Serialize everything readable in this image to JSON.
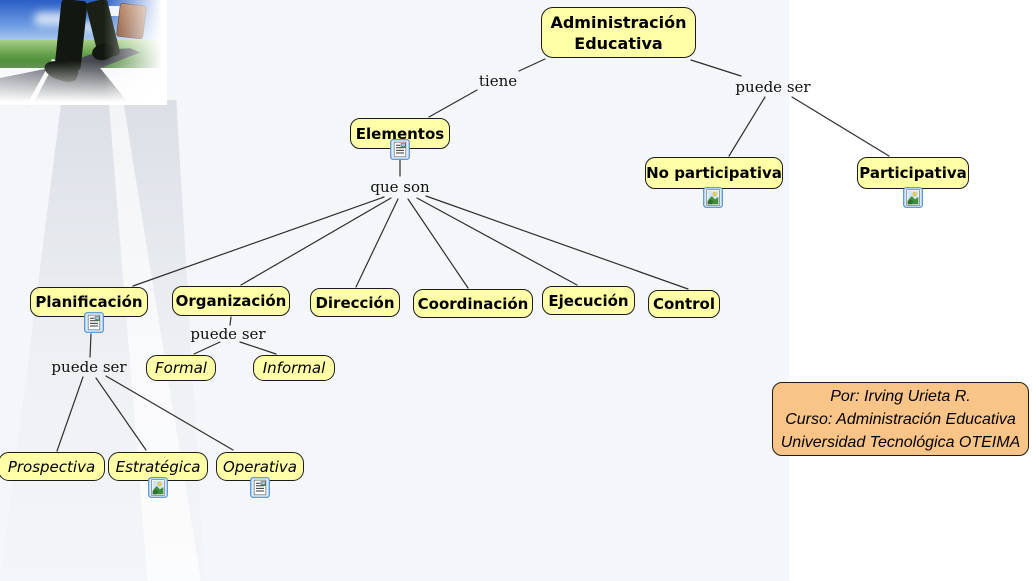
{
  "map": {
    "root": "Administración Educativa",
    "linking": {
      "tiene": "tiene",
      "que_son": "que son",
      "puede_ser_tipo": "puede ser",
      "puede_ser_org": "puede ser",
      "puede_ser_plan": "puede ser"
    },
    "concepts": {
      "elementos": "Elementos",
      "no_participativa": "No participativa",
      "participativa": "Participativa",
      "planificacion": "Planificación",
      "organizacion": "Organización",
      "direccion": "Dirección",
      "coordinacion": "Coordinación",
      "ejecucion": "Ejecución",
      "control": "Control",
      "formal": "Formal",
      "informal": "Informal",
      "prospectiva": "Prospectiva",
      "estrategica": "Estratégica",
      "operativa": "Operativa"
    },
    "icons": {
      "document_resource": "document-resource-icon (page with text lines and small picture)",
      "image_resource": "image-resource-icon (framed landscape with sun)"
    }
  },
  "photo": {
    "description": "Person with briefcase walking on a country road"
  },
  "credit": {
    "lines": [
      "Por: Irving Urieta R.",
      "Curso: Administración Educativa",
      "Universidad Tecnológica OTEIMA"
    ]
  },
  "colors": {
    "concept_fill": "#ffffa8",
    "concept_border": "#1c1c1c",
    "credit_fill": "#f9c488",
    "canvas_tint_left": "#f5f6f9",
    "canvas_right": "#ffffff",
    "line": "#2e2e2e",
    "icon_bg": "#dcecfc",
    "icon_border": "#4e8fd0"
  }
}
